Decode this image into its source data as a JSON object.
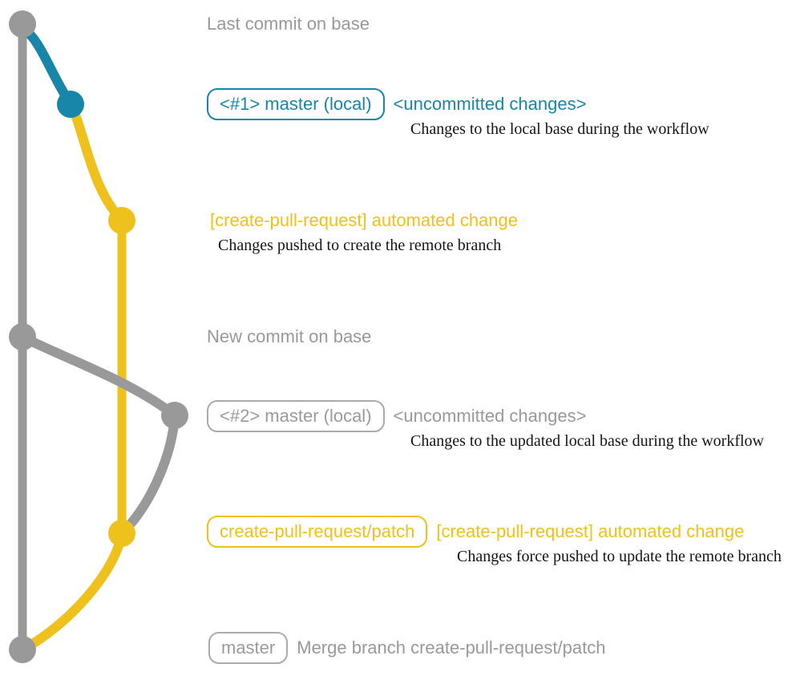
{
  "colors": {
    "base_gray": "#999999",
    "local_teal": "#1786a8",
    "remote_yellow": "#eec11c",
    "caption_black": "#151515",
    "background": "#ffffff"
  },
  "labels": {
    "last_commit": "Last commit on base",
    "new_commit": "New commit on base",
    "merge": "Merge branch create-pull-request/patch"
  },
  "badges": {
    "master_local_1": "<#1> master (local)",
    "master_local_2": "<#2> master (local)",
    "patch_branch": "create-pull-request/patch",
    "master": "master"
  },
  "notes": {
    "uncommitted_1": "<uncommitted changes>",
    "uncommitted_2": "<uncommitted changes>",
    "automated_1": "[create-pull-request] automated change",
    "automated_2": "[create-pull-request] automated change"
  },
  "captions": {
    "local_1": "Changes to the local base during the workflow",
    "automated_1": "Changes pushed to create the remote branch",
    "local_2": "Changes to the updated local base during the workflow",
    "automated_2": "Changes force pushed to update the remote branch"
  },
  "graph": {
    "branches": [
      {
        "name": "base",
        "color": "#999999"
      },
      {
        "name": "master (local)",
        "color": "#1786a8"
      },
      {
        "name": "create-pull-request/patch",
        "color": "#eec11c"
      }
    ],
    "commits": [
      {
        "name": "last-commit-on-base",
        "branch": "base",
        "color": "#999999"
      },
      {
        "name": "local-uncommitted-1",
        "branch": "master (local)",
        "color": "#1786a8"
      },
      {
        "name": "automated-change-1",
        "branch": "create-pull-request/patch",
        "color": "#eec11c"
      },
      {
        "name": "new-commit-on-base",
        "branch": "base",
        "color": "#999999"
      },
      {
        "name": "local-uncommitted-2",
        "branch": "master (local)",
        "color": "#999999"
      },
      {
        "name": "automated-change-2",
        "branch": "create-pull-request/patch",
        "color": "#eec11c"
      },
      {
        "name": "merge-commit",
        "branch": "base",
        "color": "#999999"
      }
    ]
  }
}
